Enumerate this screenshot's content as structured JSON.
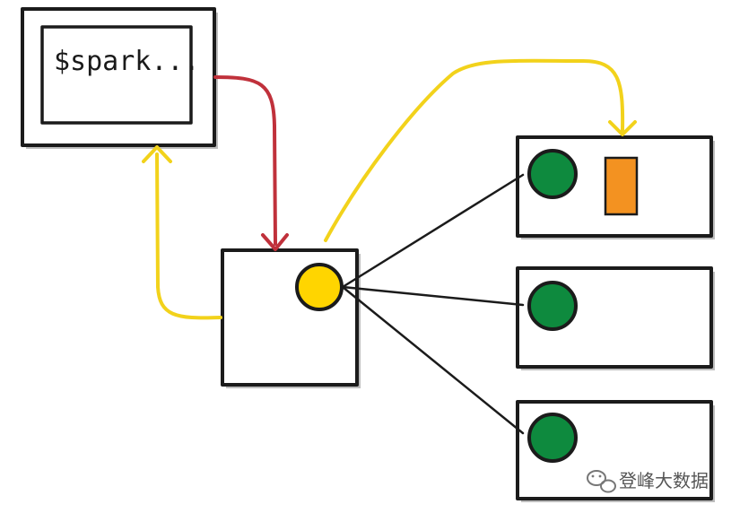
{
  "terminal": {
    "command": "$spark..."
  },
  "colors": {
    "outline": "#1b1b1b",
    "driver_arrow": "#c0313b",
    "spark_context_link": "#f2d21b",
    "driver_node": "#ffd500",
    "executor_node": "#0e8a3e",
    "task_block": "#f39221",
    "shadow": "#bdbdbd"
  },
  "nodes": {
    "client_terminal": {
      "icon": "terminal-window"
    },
    "driver": {
      "icon": "yellow-circle"
    },
    "executors": [
      {
        "icon": "green-circle",
        "has_task": true
      },
      {
        "icon": "green-circle",
        "has_task": false
      },
      {
        "icon": "green-circle",
        "has_task": false
      }
    ]
  },
  "watermark": {
    "icon": "wechat-icon",
    "text": "登峰大数据"
  }
}
